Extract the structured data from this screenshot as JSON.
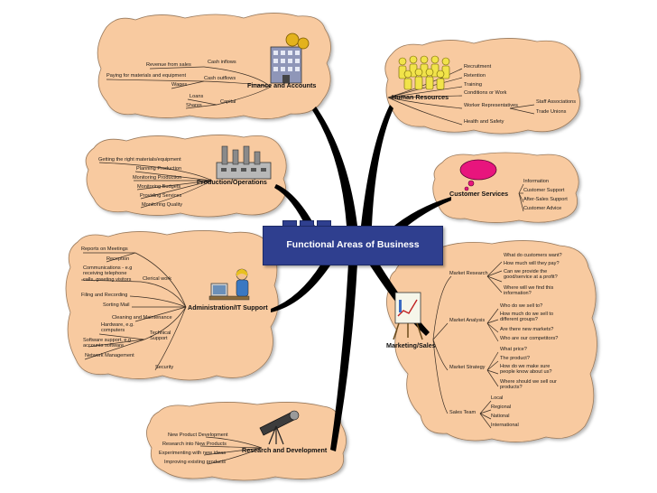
{
  "center": {
    "title": "Functional Areas of Business"
  },
  "finance": {
    "title": "Finance and Accounts",
    "cash_inflows": "Cash inflows",
    "revenue": "Revenue from sales",
    "cash_outflows": "Cash outflows",
    "paying": "Paying for materials and equipment",
    "wages": "Wages",
    "capital": "Capital",
    "loans": "Loans",
    "shares": "Shares"
  },
  "hr": {
    "title": "Human Resources",
    "recruitment": "Recruitment",
    "retention": "Retention",
    "training": "Training",
    "conditions": "Conditions or Work",
    "worker_reps": "Worker Representatives",
    "staff_assoc": "Staff Associations",
    "trade_unions": "Trade Unions",
    "health": "Health and Safety"
  },
  "production": {
    "title": "Production/Operations",
    "getting": "Getting the right materials/equipment",
    "planning": "Planning Production",
    "monitoring_prod": "Monitoring Production",
    "budgets": "Monitoring Budgets",
    "services": "Providing Services",
    "quality": "Monitoring Quality"
  },
  "customer": {
    "title": "Customer Services",
    "information": "Information",
    "support": "Customer Support",
    "after_sales": "After-Sales Support",
    "advice": "Customer Advice"
  },
  "admin": {
    "title": "Administration/IT Support",
    "reports": "Reports on Meetings",
    "reception": "Reception",
    "communications": "Communications - e.g receiving telephone calls, greeting visitors",
    "clerical": "Clerical work",
    "filing": "Filing and Recording",
    "sorting": "Sorting Mail",
    "cleaning": "Cleaning and Maintenance",
    "hardware": "Hardware, e.g. computers",
    "technical": "Technical Support",
    "software": "Software support, e.g. accounts software",
    "network": "Network Management",
    "security": "Security"
  },
  "marketing": {
    "title": "Marketing/Sales",
    "market_research": "Market Research",
    "q_want": "What do customers want?",
    "q_pay": "How much will they pay?",
    "q_provide": "Can we provide the good/service at a profit?",
    "q_info": "Where will we find this information?",
    "market_analysis": "Market Analysis",
    "q_sell_to": "Who do we sell to?",
    "q_how_much": "How much do we sell to different groups?",
    "q_new_markets": "Are there new markets?",
    "q_competitors": "Who are our competitors?",
    "market_strategy": "Market Strategy",
    "q_price": "What price?",
    "q_product": "The product?",
    "q_people": "How do we make sure people know about us?",
    "q_where": "Where should we sell our products?",
    "sales_team": "Sales Team",
    "local": "Local",
    "regional": "Regional",
    "national": "National",
    "international": "International"
  },
  "rd": {
    "title": "Research and Development",
    "new_product": "New Product Development",
    "research_products": "Research into New Products",
    "experimenting": "Experimenting with new ideas",
    "improving": "Improving existing products"
  }
}
